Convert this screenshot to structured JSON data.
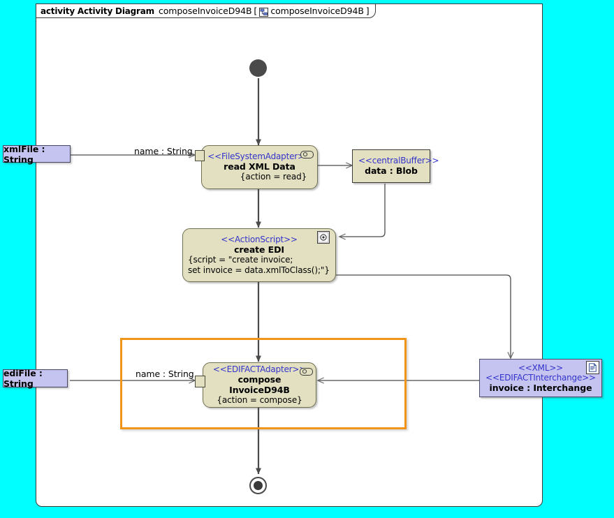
{
  "frame": {
    "keyword": "activity Activity Diagram",
    "name": "composeInvoiceD94B",
    "bracket_open": "[",
    "icon": "activity-diagram-icon",
    "inner_name": "composeInvoiceD94B",
    "bracket_close": "]"
  },
  "colors": {
    "background": "#00FFFF",
    "frame_bg": "#FFFFFF",
    "action_fill": "#E2E0C0",
    "object_fill": "#C5C4F0",
    "stereotype_text": "#3333CC",
    "region_border": "#F2941A",
    "connector": "#4a4a4a"
  },
  "nodes": {
    "initial": {
      "name": "initial-node",
      "label": ""
    },
    "final": {
      "name": "activity-final-node",
      "label": ""
    },
    "read_xml": {
      "stereotype": "<<FileSystemAdapter>>",
      "name": "read XML Data",
      "property": "{action = read}",
      "icon": "adapter-pill-icon"
    },
    "central_buffer": {
      "stereotype": "<<centralBuffer>>",
      "name": "data : Blob"
    },
    "create_edi": {
      "stereotype": "<<ActionScript>>",
      "name": "create EDI",
      "script_line1": "{script = \"create invoice;",
      "script_line2": "set invoice = data.xmlToClass();\"}",
      "icon": "script-gear-icon"
    },
    "compose_invoice": {
      "stereotype": "<<EDIFACTAdapter>>",
      "name": "compose InvoiceD94B",
      "property": "{action = compose}",
      "icon": "adapter-pill-icon"
    },
    "interchange": {
      "stereotype1": "<<XML>>",
      "stereotype2": "<<EDIFACTInterchange>>",
      "name": "invoice : Interchange",
      "icon": "document-icon"
    }
  },
  "parameters": {
    "xml_file": "xmlFile : String",
    "edi_file": "ediFile : String"
  },
  "edge_labels": {
    "name_top": "name : String",
    "name_bottom": "name : String"
  },
  "region": {
    "name": "interruptible-activity-region",
    "label": ""
  }
}
